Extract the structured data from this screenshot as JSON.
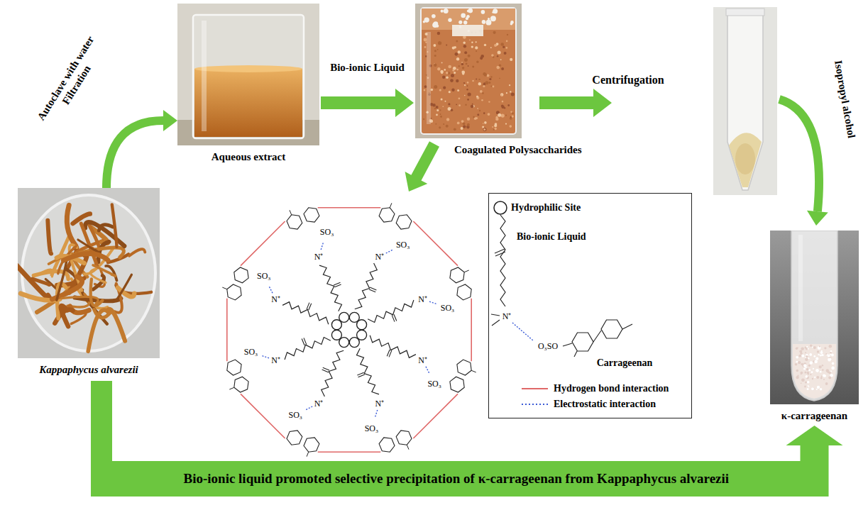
{
  "diagram": {
    "nodes": [
      {
        "text": [
          "Kappaphycus alvarezii"
        ]
      },
      {
        "text": [
          "Aqueous extract"
        ]
      },
      {
        "text": [
          "Coagulated Polysaccharides"
        ]
      },
      {
        "text": [
          "κ-carrageenan"
        ]
      }
    ],
    "edges": [
      {
        "from": 0,
        "to": 1,
        "arrow": "to",
        "label": "Autoclave with water Filtration"
      },
      {
        "from": 1,
        "to": 2,
        "arrow": "to",
        "label": "Bio-ionic Liquid"
      },
      {
        "from": 0,
        "to": 3,
        "arrow": "to",
        "label": "Bio-ionic liquid promoted selective precipitation of κ-carrageenan from Kappaphycus alvarezii"
      }
    ],
    "labels": [
      "Centrifugation",
      "Isopropyl alcohol",
      "Bio-ionic Liquid",
      "Carrageenan",
      "N⁺",
      "N⁺",
      "N⁺",
      "N⁺",
      "N⁺",
      "N⁺",
      "N⁺",
      "N⁺",
      "SO₃",
      "SO₃",
      "SO₃",
      "SO₃",
      "SO₃",
      "SO₃",
      "SO₃",
      "SO₃",
      "N⁺",
      "O₃SO"
    ],
    "legend": [
      {
        "text": "Hydrophilic Site"
      },
      {
        "text": "Hydrogen bond interaction"
      },
      {
        "text": "Electrostatic interaction"
      }
    ]
  }
}
